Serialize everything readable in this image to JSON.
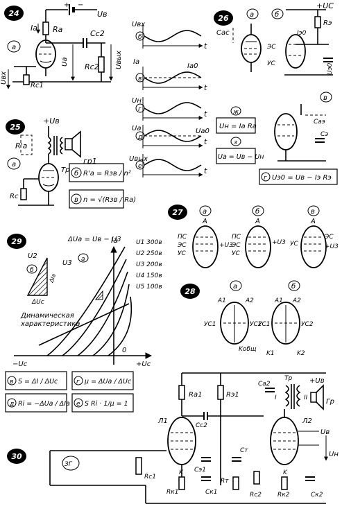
{
  "figures": {
    "f24": {
      "number": "24",
      "panel": "a",
      "labels": {
        "ub": "Uв",
        "ia": "Ia",
        "ra": "Ra",
        "cc2": "Cc2",
        "ua": "Ua",
        "rc2": "Rc2",
        "uout": "Uвых",
        "uin": "Uвх",
        "rc1": "Rc1"
      }
    },
    "f25": {
      "number": "25",
      "labels": {
        "plus_ub": "+Uв",
        "ra_prime": "R'a",
        "tr": "Tp1",
        "spk": "гр1",
        "rc": "Rc",
        "panel_a": "a",
        "panel_b": "б",
        "panel_v": "в"
      },
      "formulas": {
        "f1": "R'a = Rзв / n²",
        "f2": "n = √(Rзв / Ra)"
      }
    },
    "waveforms": {
      "panels": [
        "б",
        "в",
        "г",
        "д",
        "е"
      ],
      "labels": {
        "uin": "Uвх",
        "ia": "Ia",
        "ia0": "Ia0",
        "un": "Uн",
        "ua": "Ua",
        "ua0": "Ua0",
        "uout": "Uвых",
        "t": "t"
      },
      "formulas": {
        "zh_panel": "ж",
        "zh": "Uн = Ia Ra",
        "z_panel": "з",
        "z": "Ua = Uв − Uн"
      }
    },
    "f26": {
      "number": "26",
      "panels": [
        "a",
        "б",
        "в",
        "г"
      ],
      "labels": {
        "cac": "Cac",
        "plus_uc": "+UC",
        "rz": "Rэ",
        "iz0": "Iэ0",
        "es": "ЭС",
        "us": "УС",
        "uz": "Uэ0",
        "caz": "Caэ",
        "cz": "Cэ"
      },
      "formula": "Uэ0 = Uв − Iэ Rэ"
    },
    "f27": {
      "number": "27",
      "panels": [
        "a",
        "б",
        "в"
      ],
      "labels": {
        "a": "A",
        "ps": "ПС",
        "es": "ЭС",
        "us": "УС",
        "plus_u3": "+U3"
      }
    },
    "f28": {
      "number": "28",
      "panels": [
        "a",
        "б"
      ],
      "labels": {
        "a1": "A1",
        "a2": "A2",
        "us1": "УС1",
        "us2": "УС2",
        "kcommon": "Kобщ",
        "k1": "K1",
        "k2": "K2"
      }
    },
    "f29": {
      "number": "29",
      "labels": {
        "delta_ua": "ΔUa = Uв − U3",
        "ia": "Ia",
        "u2": "U2",
        "u3": "U3",
        "panel_b": "б",
        "panel_a": "а",
        "delta_ia": "ΔIa",
        "delta_uc": "ΔUc",
        "dyn1": "Динамическая",
        "dyn2": "характеристика",
        "minus_uc": "−Uc",
        "zero": "0",
        "plus_uc": "+Uc"
      },
      "curves": [
        {
          "name": "U1",
          "value": "300в"
        },
        {
          "name": "U2",
          "value": "250в"
        },
        {
          "name": "U3",
          "value": "200в"
        },
        {
          "name": "U4",
          "value": "150в"
        },
        {
          "name": "U5",
          "value": "100в"
        }
      ],
      "formulas": [
        {
          "panel": "в",
          "text": "S = ΔI / ΔUc"
        },
        {
          "panel": "г",
          "text": "μ = ΔUa / ΔUc"
        },
        {
          "panel": "д",
          "text": "Ri = −ΔUa / ΔIa"
        },
        {
          "panel": "е",
          "text": "S Ri · 1/μ = 1"
        }
      ]
    },
    "f30": {
      "number": "30",
      "labels": {
        "plus_ub": "+Uв",
        "ra1": "Ra1",
        "rz1": "Rэ1",
        "ca2": "Ca2",
        "tr": "Tp",
        "winding1": "I",
        "winding2": "II",
        "spk": "Гр",
        "l1": "Л1",
        "l2": "Л2",
        "cc2": "Cc2",
        "cz1": "Cэ1",
        "ct": "Cт",
        "ub": "Uв",
        "un": "Uн",
        "rc1": "Rc1",
        "k1": "K",
        "k2": "K",
        "rk1": "Rк1",
        "ck1": "Cк1",
        "rt": "Rт",
        "rc2": "Rc2",
        "rk2": "Rк2",
        "ck2": "Ск2",
        "source": "ЗГ"
      }
    }
  }
}
